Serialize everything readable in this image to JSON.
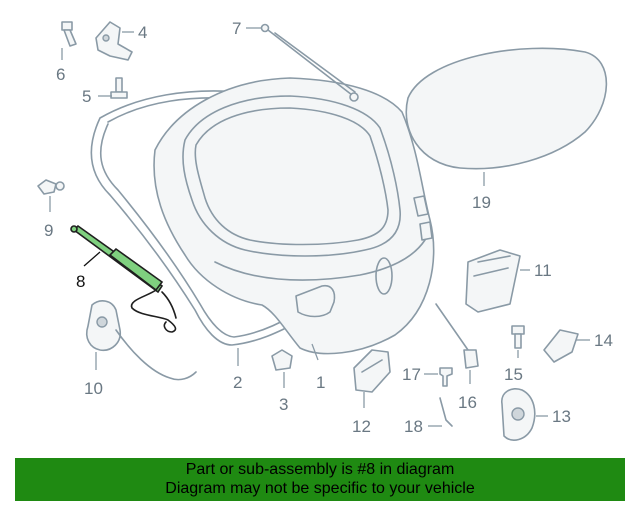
{
  "diagram": {
    "callouts": [
      "1",
      "2",
      "3",
      "4",
      "5",
      "6",
      "7",
      "8",
      "9",
      "10",
      "11",
      "12",
      "13",
      "14",
      "15",
      "16",
      "17",
      "18",
      "19"
    ],
    "highlighted_part": "8",
    "highlight_color": "#7fd07f",
    "line_color": "#8a9aa6"
  },
  "banner": {
    "line1": "Part or sub-assembly is #8 in diagram",
    "line2": "Diagram may not be specific to your vehicle",
    "background": "#1f8a12"
  }
}
